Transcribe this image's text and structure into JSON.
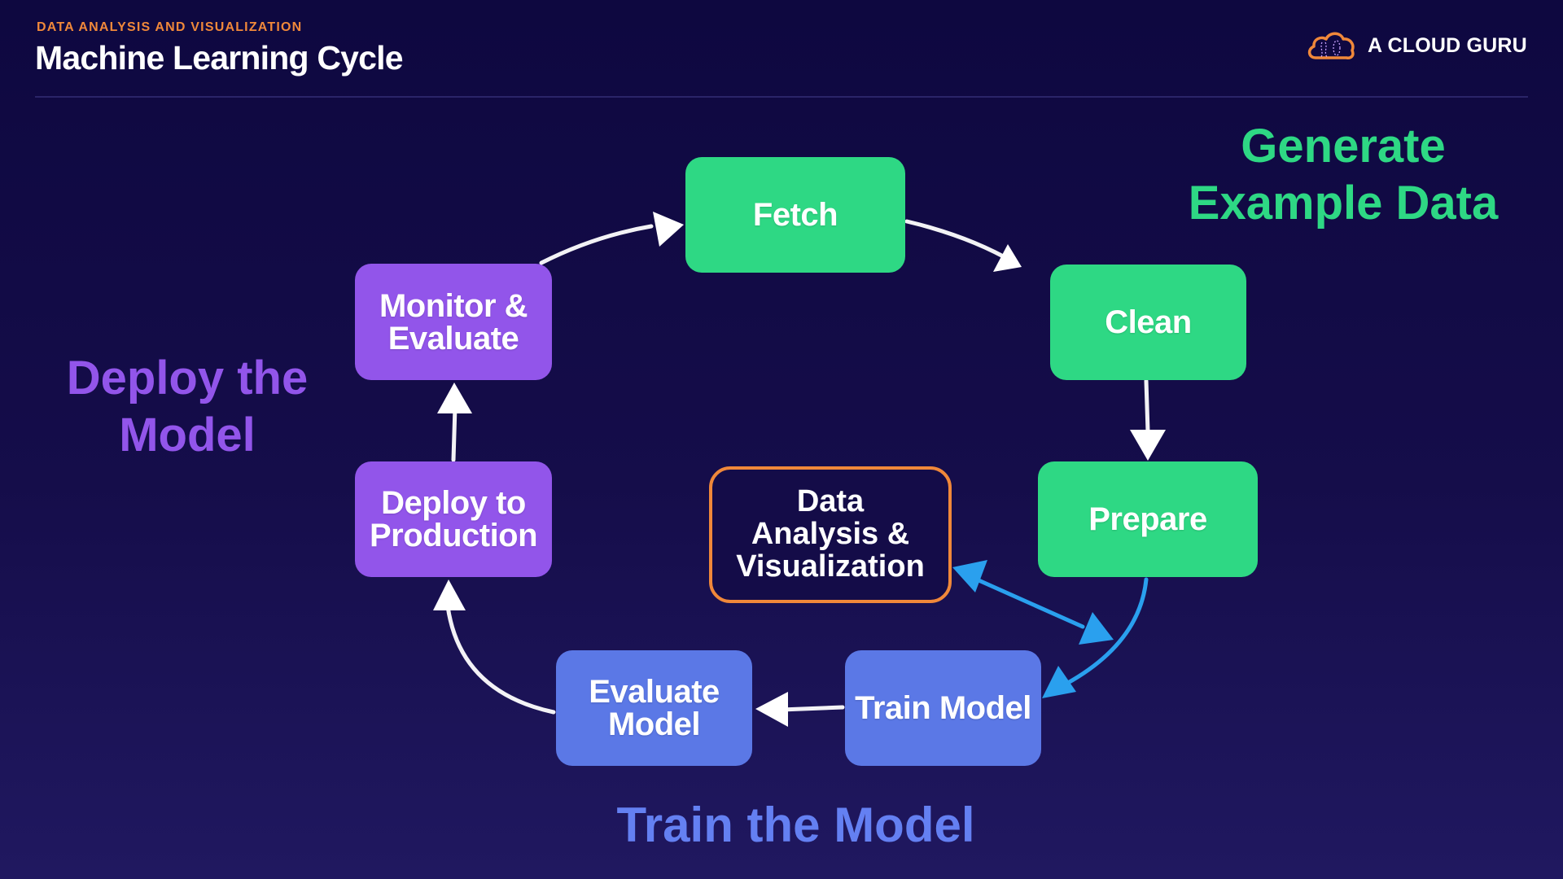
{
  "header": {
    "eyebrow": "DATA ANALYSIS AND VISUALIZATION",
    "title": "Machine Learning Cycle"
  },
  "brand": {
    "name": "A CLOUD GURU",
    "icon": "cloud-logo-icon",
    "accent_color": "#f0883a"
  },
  "phases": {
    "generate": {
      "line1": "Generate",
      "line2": "Example Data",
      "color": "#2ed884"
    },
    "deploy": {
      "line1": "Deploy the",
      "line2": "Model",
      "color": "#9255ea"
    },
    "train": {
      "label": "Train the Model",
      "color": "#6480f2"
    }
  },
  "steps": {
    "fetch": "Fetch",
    "clean": "Clean",
    "prepare": "Prepare",
    "train_model": "Train Model",
    "evaluate_model": {
      "line1": "Evaluate",
      "line2": "Model"
    },
    "deploy_production": {
      "line1": "Deploy to",
      "line2": "Production"
    },
    "monitor_evaluate": {
      "line1": "Monitor &",
      "line2": "Evaluate"
    }
  },
  "center": {
    "line1": "Data",
    "line2": "Analysis &",
    "line3": "Visualization",
    "border_color": "#f0883a"
  },
  "arrows": {
    "cycle_color": "#ffffff",
    "analysis_color": "#2aa0ee"
  }
}
